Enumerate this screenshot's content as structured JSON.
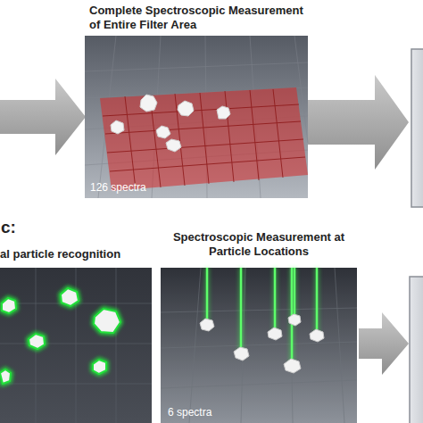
{
  "diagram": {
    "nodes": [
      {
        "text": [
          "Complete Spectroscopic Measurement of Entire Filter Area",
          "126 spectra"
        ]
      },
      {
        "text": [
          "al particle recognition"
        ]
      },
      {
        "text": [
          "Spectroscopic Measurement at Particle Locations",
          "6 spectra"
        ]
      }
    ],
    "labels": [
      "c:"
    ]
  }
}
